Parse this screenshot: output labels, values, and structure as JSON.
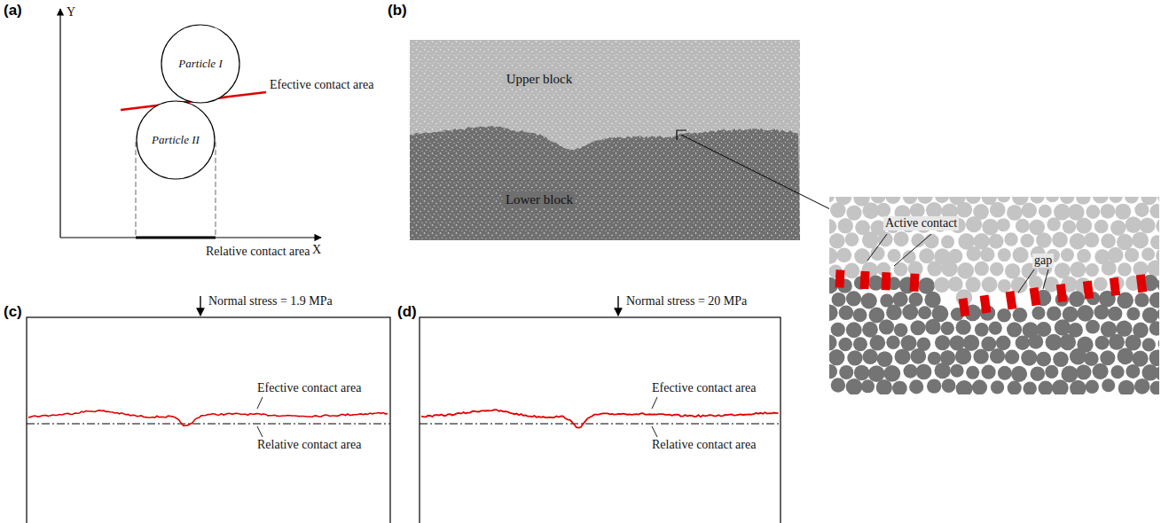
{
  "diagram": {
    "nodes": [
      {
        "text": [
          "Particle I"
        ]
      },
      {
        "text": [
          "Particle II"
        ]
      },
      {
        "text": [
          "Upper block"
        ]
      },
      {
        "text": [
          "Lower block"
        ]
      }
    ],
    "labels": [
      "(a)",
      "Y",
      "X",
      "Efective contact area",
      "Relative contact area",
      "(b)",
      "Active contact",
      "gap",
      "(c)",
      "Normal stress = 1.9 MPa",
      "Efective contact area",
      "Relative contact area",
      "(d)",
      "Normal stress = 20 MPa",
      "Efective contact area",
      "Relative contact area"
    ]
  }
}
